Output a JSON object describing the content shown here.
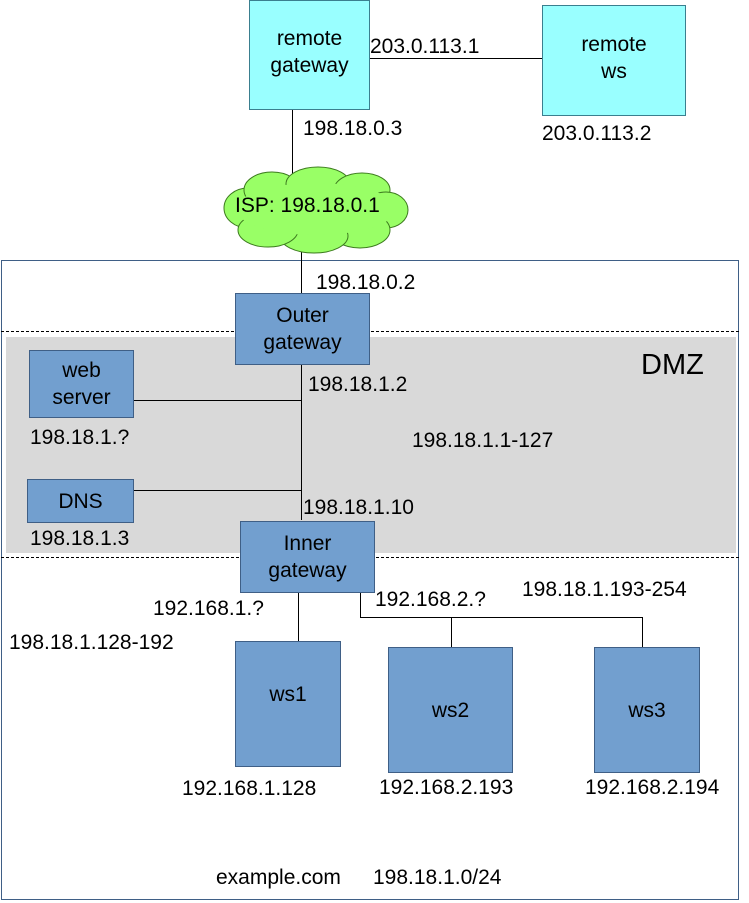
{
  "remote": {
    "gateway": "remote\ngateway",
    "ws": "remote\nws",
    "gateway_ip": "203.0.113.1",
    "ws_ip": "203.0.113.2",
    "uplink_ip": "198.18.0.3"
  },
  "isp": {
    "label": "ISP: 198.18.0.1"
  },
  "outer": {
    "label": "Outer\ngateway",
    "wan_ip": "198.18.0.2",
    "dmz_ip": "198.18.1.2"
  },
  "dmz": {
    "title": "DMZ",
    "range": "198.18.1.1-127",
    "web": {
      "label": "web\nserver",
      "ip": "198.18.1.?"
    },
    "dns": {
      "label": "DNS",
      "ip": "198.18.1.3"
    }
  },
  "inner": {
    "label": "Inner\ngateway",
    "dmz_ip": "198.18.1.10",
    "net1_ip": "192.168.1.?",
    "net2_ip": "192.168.2.?",
    "range1": "198.18.1.128-192",
    "range2": "198.18.1.193-254"
  },
  "ws": [
    {
      "label": "ws1",
      "ip": "192.168.1.128"
    },
    {
      "label": "ws2",
      "ip": "192.168.2.193"
    },
    {
      "label": "ws3",
      "ip": "192.168.2.194"
    }
  ],
  "footer": {
    "domain": "example.com",
    "subnet": "198.18.1.0/24"
  },
  "colors": {
    "remote_fill": "#99ffff",
    "node_fill": "#729fcf",
    "cloud_fill": "#99ff66",
    "dmz_fill": "#d9d9d9",
    "border": "#3f5f86"
  }
}
